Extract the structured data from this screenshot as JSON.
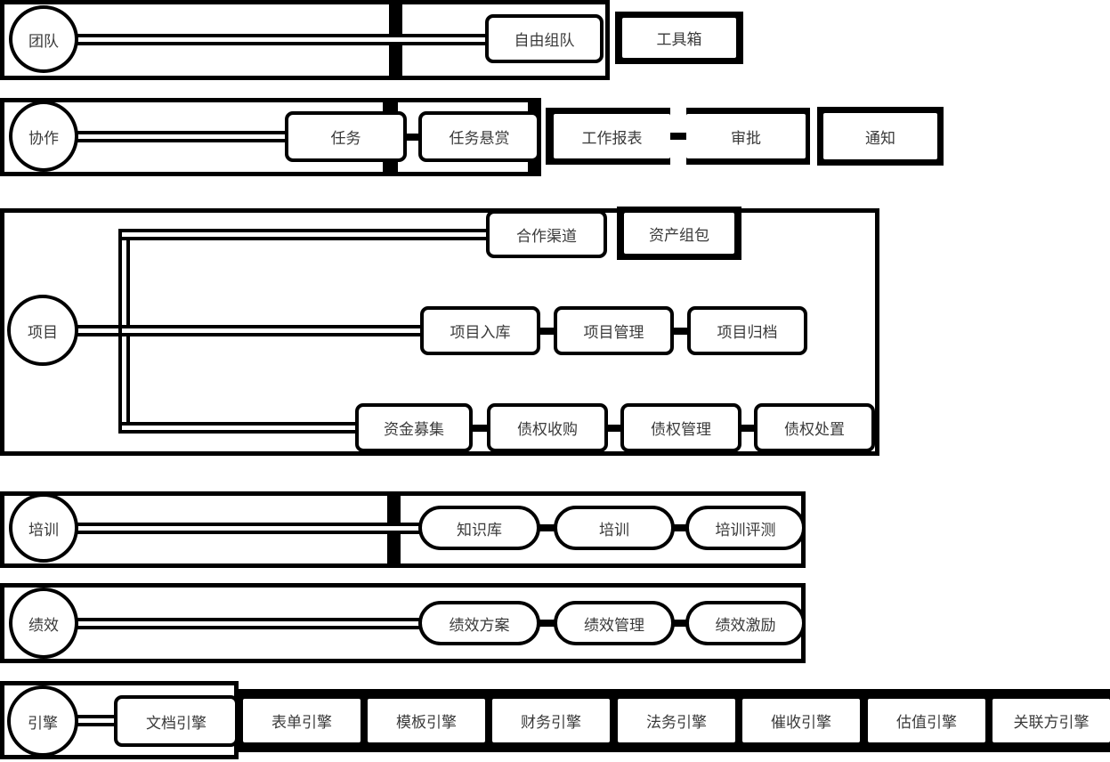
{
  "diagram": {
    "title": "business-modules-mindmap",
    "colors": {
      "line": "#000000",
      "text": "#3a3a3a",
      "background": "#ffffff"
    },
    "rows": {
      "team": {
        "root": "团队",
        "free_team": "自由组队",
        "toolbox": "工具箱"
      },
      "collaboration": {
        "root": "协作",
        "task": "任务",
        "task_bounty": "任务悬赏",
        "work_report": "工作报表",
        "approval": "审批",
        "notice": "通知"
      },
      "project": {
        "root": "项目",
        "coop_channel": "合作渠道",
        "asset_package": "资产组包",
        "project_entry": "项目入库",
        "project_manage": "项目管理",
        "project_archive": "项目归档",
        "fund_raise": "资金募集",
        "debt_purchase": "债权收购",
        "debt_manage": "债权管理",
        "debt_dispose": "债权处置"
      },
      "training": {
        "root": "培训",
        "knowledge_base": "知识库",
        "training": "培训",
        "training_eval": "培训评测"
      },
      "performance": {
        "root": "绩效",
        "perf_plan": "绩效方案",
        "perf_manage": "绩效管理",
        "perf_incentive": "绩效激励"
      },
      "engine": {
        "root": "引擎",
        "doc": "文档引擎",
        "form": "表单引擎",
        "template": "模板引擎",
        "finance": "财务引擎",
        "legal": "法务引擎",
        "collection": "催收引擎",
        "valuation": "估值引擎",
        "related_party": "关联方引擎"
      }
    }
  }
}
